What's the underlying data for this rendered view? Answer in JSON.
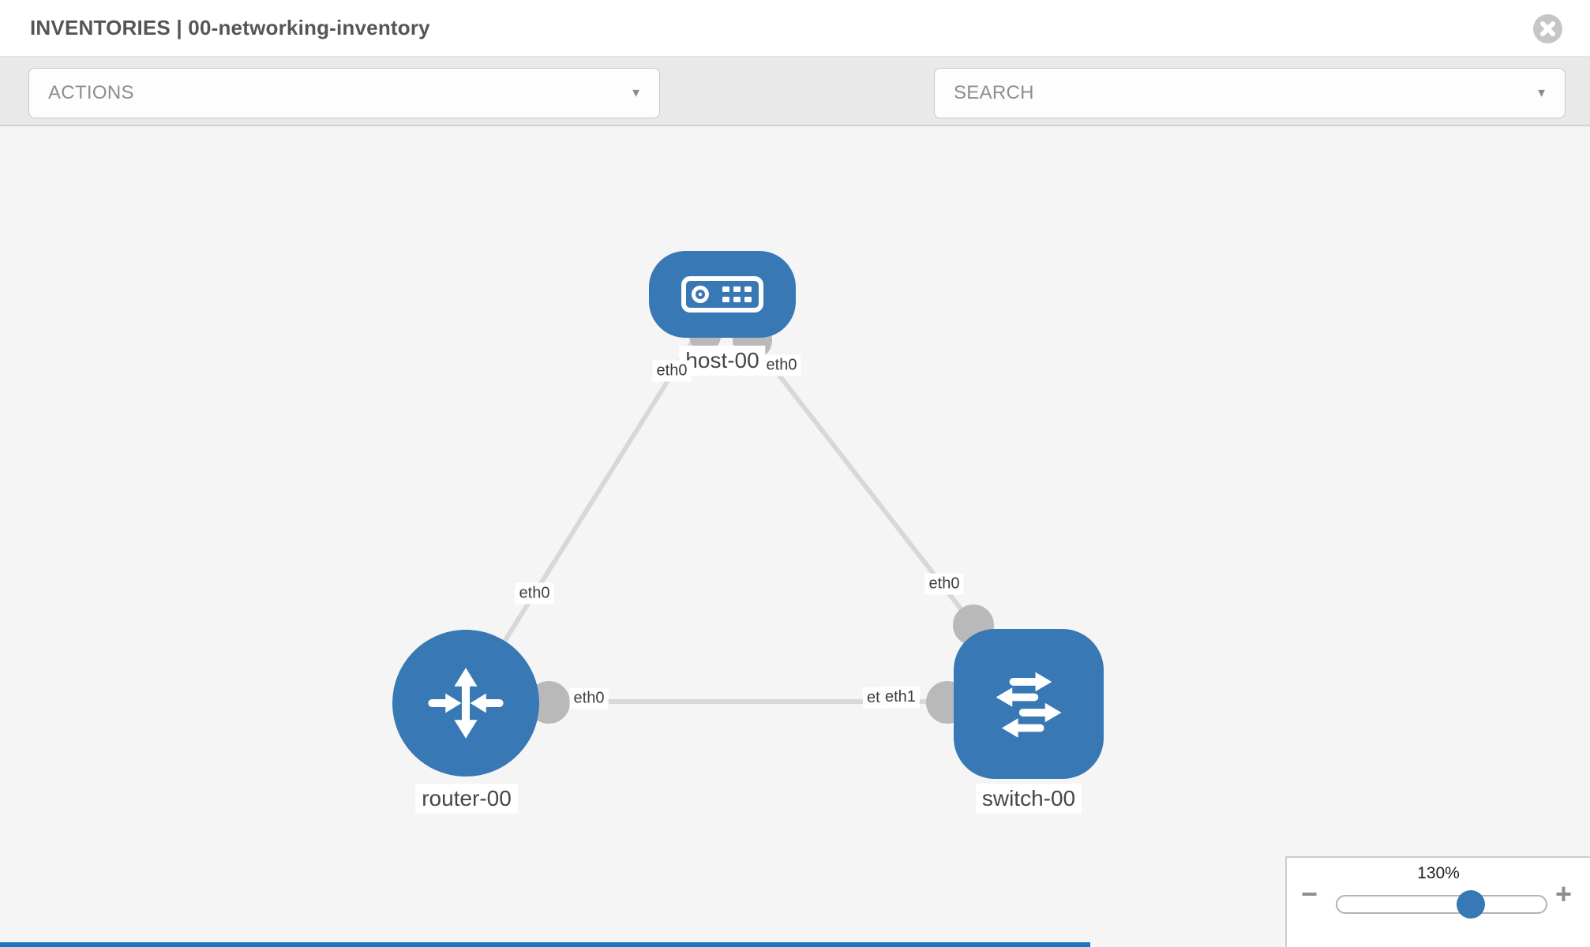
{
  "header": {
    "title": "INVENTORIES | 00-networking-inventory"
  },
  "toolbar": {
    "actions_label": "ACTIONS",
    "search_label": "SEARCH"
  },
  "icons": {
    "caret": "▼"
  },
  "topology": {
    "nodes": [
      {
        "id": "host-00",
        "label": "host-00",
        "type": "host"
      },
      {
        "id": "router-00",
        "label": "router-00",
        "type": "router"
      },
      {
        "id": "switch-00",
        "label": "switch-00",
        "type": "switch"
      }
    ],
    "port_labels": {
      "host_left": "eth0",
      "host_right": "eth0",
      "link_router_host": "eth0",
      "link_host_switch": "eth0",
      "router_right": "eth0",
      "switch_left_remnant": "etl",
      "switch_left": "eth1"
    },
    "links": [
      {
        "from": "router-00",
        "to": "host-00"
      },
      {
        "from": "host-00",
        "to": "switch-00"
      },
      {
        "from": "router-00",
        "to": "switch-00"
      }
    ]
  },
  "zoom_control": {
    "level": "130%",
    "percent": 130,
    "thumb_position_pct": 64,
    "minus_label": "−",
    "plus_label": "+"
  },
  "colors": {
    "node_blue": "#3878b4",
    "link_gray": "#d8d8d8",
    "port_gray": "#b9b9b9",
    "accent_blue": "#1877c1",
    "toolbar_gray": "#e9e9e9"
  }
}
